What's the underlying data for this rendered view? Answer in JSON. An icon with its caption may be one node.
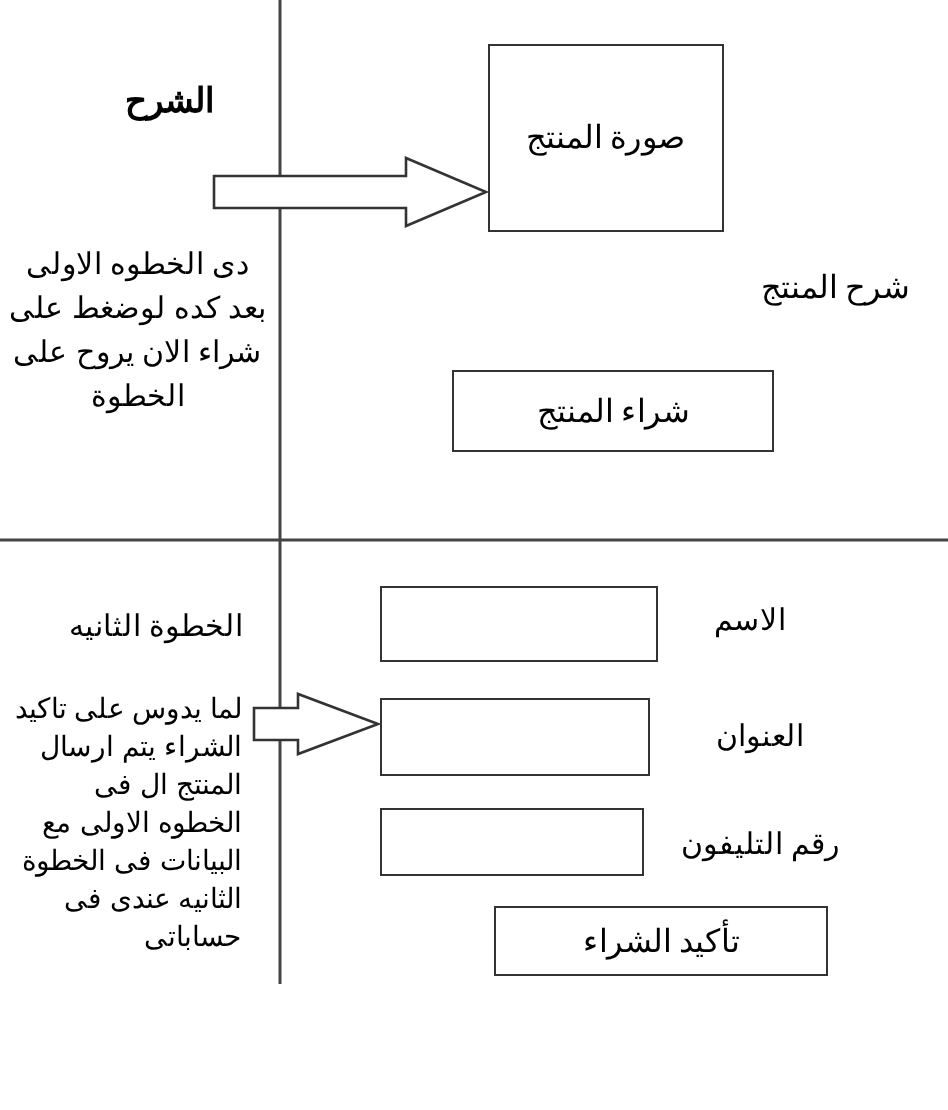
{
  "diagram": {
    "nodes": [
      {
        "text": [
          "صورة المنتج"
        ]
      },
      {
        "text": [
          "شراء المنتج"
        ]
      },
      {
        "text": [],
        "shape": "box"
      },
      {
        "text": [],
        "shape": "box"
      },
      {
        "text": [],
        "shape": "box"
      },
      {
        "text": [
          "تأكيد الشراء"
        ]
      }
    ],
    "edges": [
      {
        "from": null,
        "to": 0,
        "arrow": "to"
      },
      {
        "from": null,
        "to": 3,
        "arrow": "to"
      }
    ],
    "labels": [
      "الشرح",
      "دى الخطوه الاولى بعد كده لوضغط على شراء الان يروح على الخطوة",
      "شرح المنتج",
      "الاسم",
      "العنوان",
      "رقم التليفون",
      "الخطوة الثانيه",
      "لما يدوس على تاكيد الشراء يتم ارسال المنتج ال فى الخطوه الاولى مع البيانات فى الخطوة الثانيه عندى فى حساباتى"
    ]
  }
}
